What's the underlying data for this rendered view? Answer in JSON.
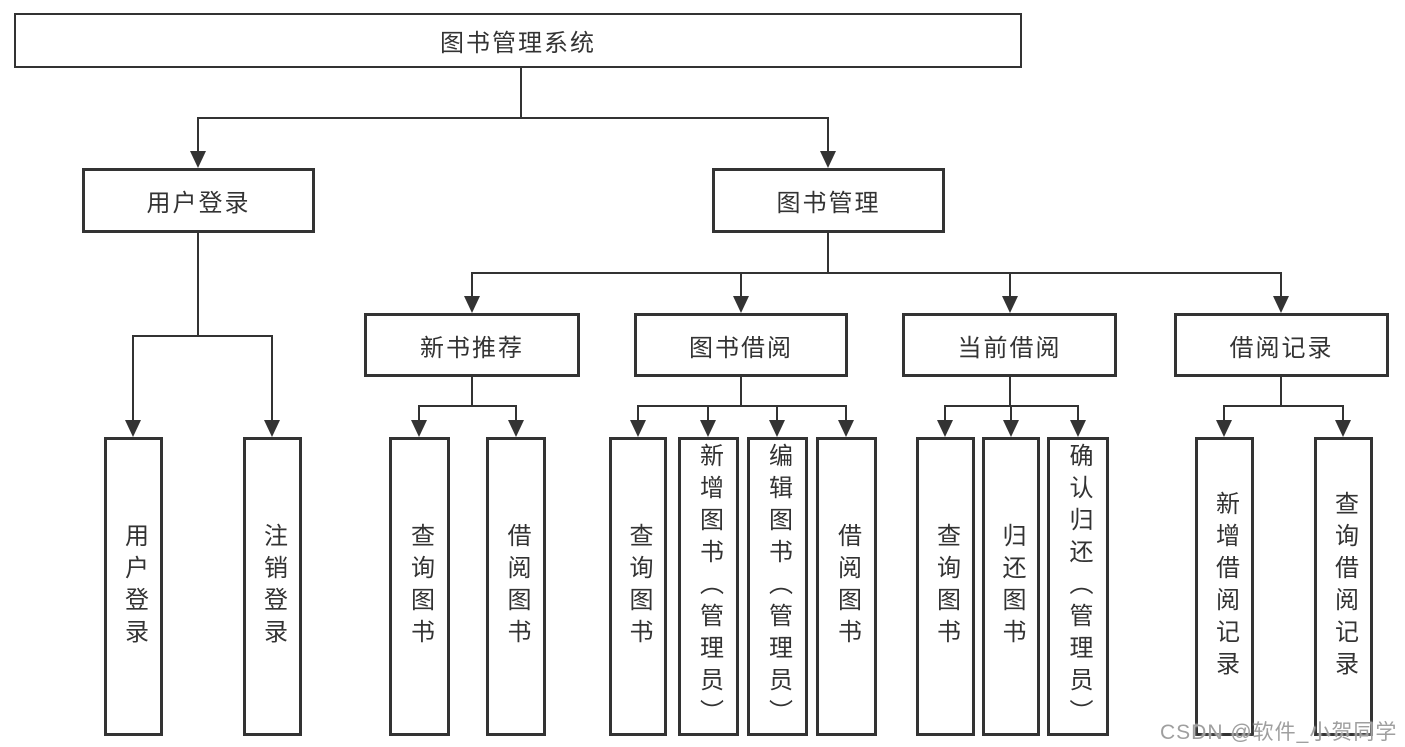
{
  "colors": {
    "background": "#ffffff",
    "line": "#333333",
    "text": "#333333",
    "watermark": "#9f9f9f"
  },
  "watermark": {
    "text": "CSDN @软件_小贺同学"
  },
  "diagram": {
    "type": "tree",
    "root": {
      "label": "图书管理系统"
    },
    "level2": [
      {
        "label": "用户登录"
      },
      {
        "label": "图书管理"
      }
    ],
    "level3": [
      {
        "label": "新书推荐",
        "parent": "图书管理"
      },
      {
        "label": "图书借阅",
        "parent": "图书管理"
      },
      {
        "label": "当前借阅",
        "parent": "图书管理"
      },
      {
        "label": "借阅记录",
        "parent": "图书管理"
      }
    ],
    "leaves": [
      {
        "label": "用户登录",
        "parent": "用户登录"
      },
      {
        "label": "注销登录",
        "parent": "用户登录"
      },
      {
        "label": "查询图书",
        "parent": "新书推荐"
      },
      {
        "label": "借阅图书",
        "parent": "新书推荐"
      },
      {
        "label": "查询图书",
        "parent": "图书借阅"
      },
      {
        "label": "新增图书（管理员）",
        "parent": "图书借阅"
      },
      {
        "label": "编辑图书（管理员）",
        "parent": "图书借阅"
      },
      {
        "label": "借阅图书",
        "parent": "图书借阅"
      },
      {
        "label": "查询图书",
        "parent": "当前借阅"
      },
      {
        "label": "归还图书",
        "parent": "当前借阅"
      },
      {
        "label": "确认归还（管理员）",
        "parent": "当前借阅"
      },
      {
        "label": "新增借阅记录",
        "parent": "借阅记录"
      },
      {
        "label": "查询借阅记录",
        "parent": "借阅记录"
      }
    ]
  }
}
